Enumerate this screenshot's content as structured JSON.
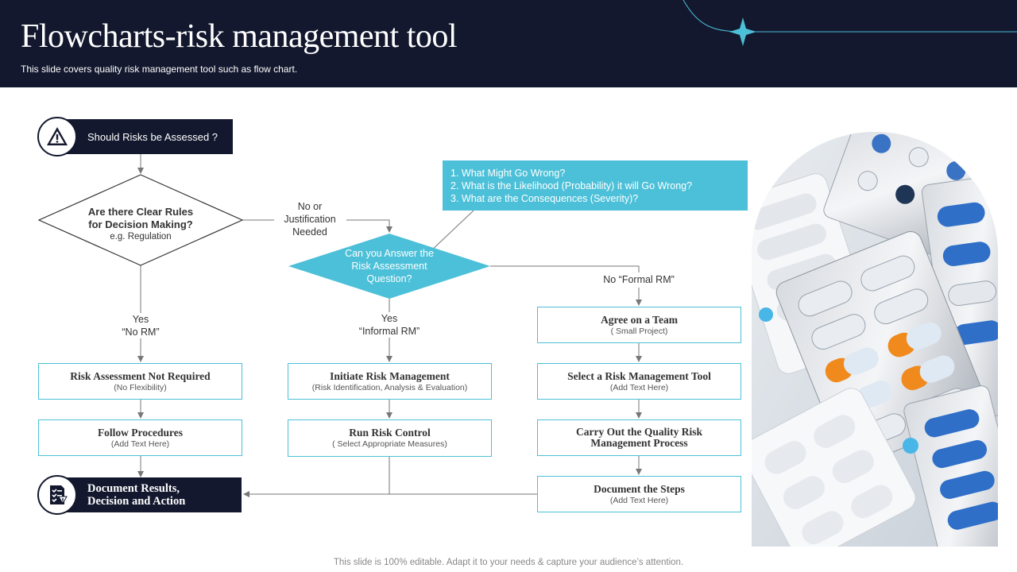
{
  "header": {
    "title": "Flowcharts-risk management tool",
    "subtitle": "This slide covers quality risk management tool such as flow chart."
  },
  "start": {
    "label": "Should Risks be Assessed ?"
  },
  "decision1": {
    "line1": "Are there Clear Rules",
    "line2": "for Decision Making?",
    "sub": "e.g. Regulation"
  },
  "decision2": {
    "line1": "Can you Answer the",
    "line2": "Risk Assessment",
    "line3": "Question?"
  },
  "callout": {
    "items": [
      "1.  What Might Go Wrong?",
      "2.  What is the Likelihood (Probability) it will Go Wrong?",
      "3.  What are the Consequences (Severity)?"
    ]
  },
  "labels": {
    "no_justification": {
      "l1": "No or",
      "l2": "Justification",
      "l3": "Needed"
    },
    "yes_no_rm": {
      "l1": "Yes",
      "l2": "“No RM”"
    },
    "yes_informal": {
      "l1": "Yes",
      "l2": "“Informal  RM”"
    },
    "no_formal": "No  “Formal RM”"
  },
  "left_column": [
    {
      "title": "Risk Assessment Not Required",
      "sub": "(No Flexibility)"
    },
    {
      "title": "Follow Procedures",
      "sub": "(Add Text Here)"
    }
  ],
  "middle_column": [
    {
      "title": "Initiate Risk Management",
      "sub": "(Risk Identification, Analysis & Evaluation)"
    },
    {
      "title": "Run Risk Control",
      "sub": "( Select Appropriate Measures)"
    }
  ],
  "right_column": [
    {
      "title": "Agree on a Team",
      "sub": "( Small Project)"
    },
    {
      "title": "Select a Risk Management Tool",
      "sub": "(Add Text Here)"
    },
    {
      "title": "Carry Out the Quality Risk",
      "title2": "Management Process"
    },
    {
      "title": "Document the Steps",
      "sub": "(Add Text Here)"
    }
  ],
  "end": {
    "line1": "Document Results,",
    "line2": "Decision and Action"
  },
  "footer": "This slide is 100% editable. Adapt it to your needs & capture your audience’s attention.",
  "colors": {
    "navy": "#13182e",
    "cyan": "#4cc0d8",
    "connector": "#777777"
  },
  "icons": {
    "start": "warning-triangle-icon",
    "end": "checklist-document-icon"
  }
}
